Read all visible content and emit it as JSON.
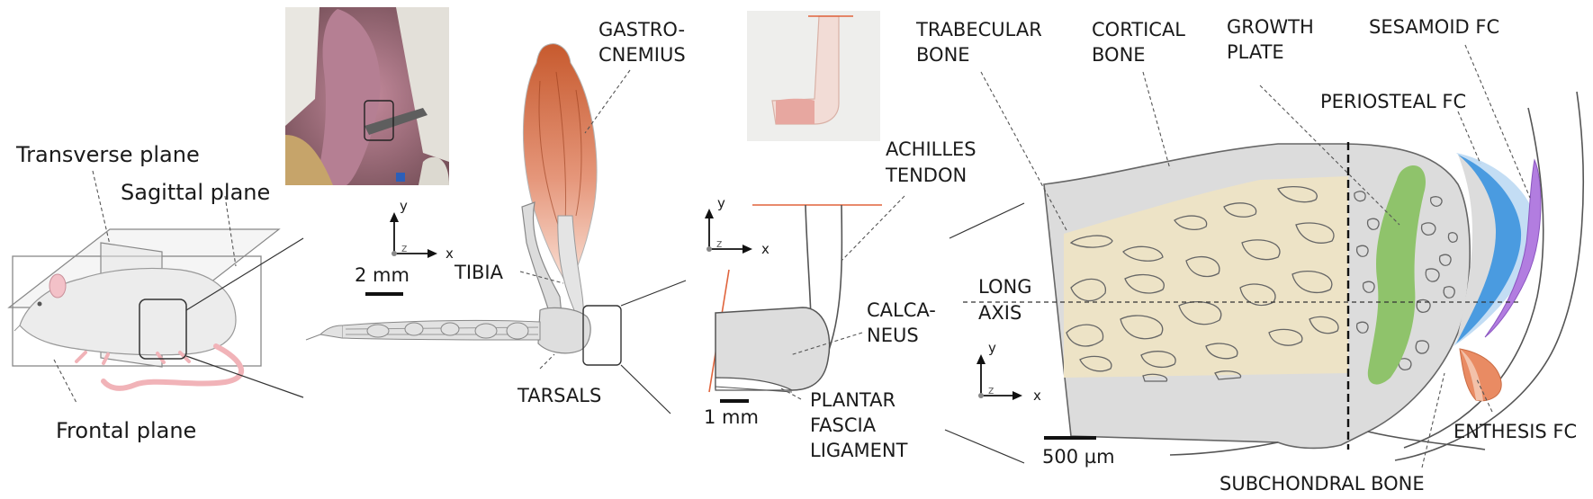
{
  "labels": {
    "transverse_plane": "Transverse plane",
    "sagittal_plane": "Sagittal plane",
    "frontal_plane": "Frontal plane",
    "gastrocnemius_1": "GASTRO-",
    "gastrocnemius_2": "CNEMIUS",
    "tibia": "TIBIA",
    "tarsals": "TARSALS",
    "achilles_1": "ACHILLES",
    "achilles_2": "TENDON",
    "calcaneus_1": "CALCA-",
    "calcaneus_2": "NEUS",
    "plantar_1": "PLANTAR",
    "plantar_2": "FASCIA",
    "plantar_3": "LIGAMENT",
    "trabecular_1": "TRABECULAR",
    "trabecular_2": "BONE",
    "cortical_1": "CORTICAL",
    "cortical_2": "BONE",
    "growth_1": "GROWTH",
    "growth_2": "PLATE",
    "sesamoid_fc": "SESAMOID FC",
    "periosteal_fc": "PERIOSTEAL FC",
    "long_axis_1": "LONG",
    "long_axis_2": "AXIS",
    "enthesis_fc": "ENTHESIS FC",
    "subchondral_bone": "SUBCHONDRAL BONE"
  },
  "scale_bars": {
    "leg": "2 mm",
    "heel": "1 mm",
    "bone": "500 µm"
  },
  "axes": {
    "x": "x",
    "y": "y",
    "z": "z"
  },
  "colors": {
    "muscle_top": "#c75a2e",
    "muscle_bottom": "#f3c6b3",
    "bone_gray": "#dcdcdc",
    "trabecular_fill": "#ede3c6",
    "growth_plate": "#8fc36b",
    "periosteal_fc_dark": "#4a9be0",
    "periosteal_fc_light": "#b9d9f3",
    "sesamoid_fc": "#b27de0",
    "enthesis_fc": "#e98b63",
    "tendon_red": "#e0643c"
  }
}
